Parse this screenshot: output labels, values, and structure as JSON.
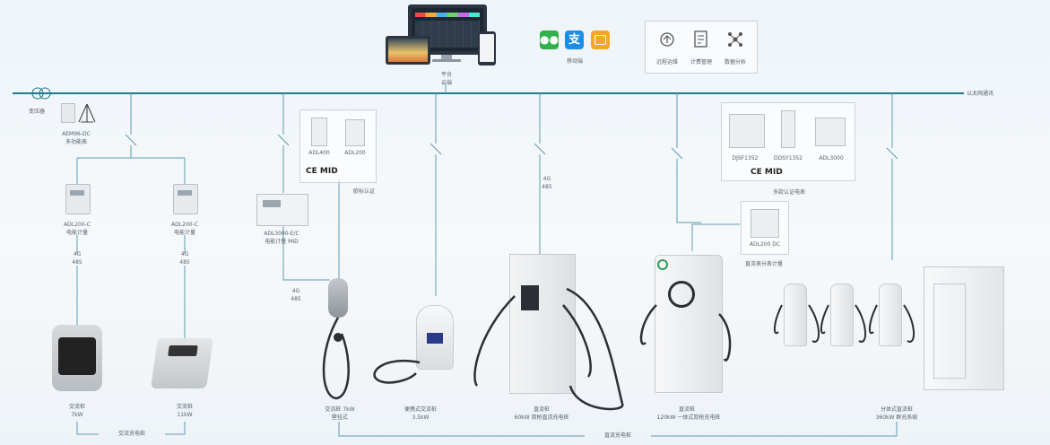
{
  "labels": {
    "monitor_caption": "平台",
    "monitor_sub": "云端",
    "app_caption": "移动端",
    "feature_1": "远程运维",
    "feature_2": "计费管理",
    "feature_3": "数据分析",
    "bus_label": "以太网通讯",
    "transformer_label": "变压器",
    "meter_main_1": "AEM96-DC",
    "meter_main_2": "多功能表",
    "meter_left_1": "ADL200-C",
    "meter_left_2": "电能计量",
    "meter_right_1": "ADL200-C",
    "meter_right_2": "电能计量",
    "wire_l1": "4G",
    "wire_l2": "485",
    "wire_r1": "4G",
    "wire_r2": "485",
    "rail_meter_1": "ADL3000-E/C",
    "rail_meter_2": "电能计量 MID",
    "mid_box_item_1": "ADL400",
    "mid_box_item_2": "ADL200",
    "mid_box_caption": "欧标认证",
    "mid_cert": "CE MID",
    "right_box_item_1": "DJSF1352",
    "right_box_item_2": "DDSY1352",
    "right_box_item_3": "ADL3000",
    "right_box_caption": "多款认证电表",
    "right_cert": "CE MID",
    "small_meter": "ADL200 DC",
    "small_meter_caption": "直流表分表计量",
    "wire_mid": "4G",
    "wire_mid2": "485",
    "wire_dc": "4G",
    "wire_dc2": "485",
    "charger_1_a": "交流桩",
    "charger_1_b": "7kW",
    "charger_2_a": "交流桩",
    "charger_2_b": "11kW",
    "charger_3_a": "交流桩 7kW",
    "charger_3_b": "壁挂式",
    "charger_4_a": "便携式交流桩",
    "charger_4_b": "3.5kW",
    "charger_5_a": "直流桩",
    "charger_5_b": "60kW 双枪直流充电桩",
    "charger_6_a": "直流桩",
    "charger_6_b": "120kW 一体式双枪充电桩",
    "charger_7_a": "分体式直流桩",
    "charger_7_b": "360kW 群充系统",
    "bottom_left": "交流充电桩",
    "bottom_mid": "直流充电桩"
  },
  "colors": {
    "bus": "#1e7d8c",
    "line": "#5f9bb5",
    "device": "#e9ecef",
    "wechat": "#2fb14a",
    "alipay": "#1d8ee6",
    "mini": "#f5a623",
    "accent": "#2f9e57"
  },
  "icons": [
    "wechat-icon",
    "alipay-icon",
    "miniprogram-icon",
    "remote-ops-icon",
    "billing-icon",
    "analysis-icon"
  ]
}
